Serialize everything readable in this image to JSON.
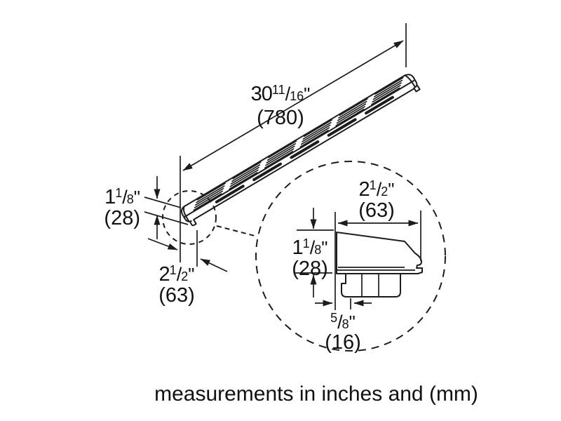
{
  "caption": "measurements in inches and (mm)",
  "colors": {
    "line": "#1c1c1c",
    "text": "#111111",
    "background": "#ffffff"
  },
  "dimensions": {
    "overall_length": {
      "whole": "30",
      "numerator": "11",
      "slash": "/",
      "denominator": "16",
      "unit": "\"",
      "mm": "(780)"
    },
    "end_height": {
      "whole": "1",
      "numerator": "1",
      "slash": "/",
      "denominator": "8",
      "unit": "\"",
      "mm": "(28)"
    },
    "end_depth": {
      "whole": "2",
      "numerator": "1",
      "slash": "/",
      "denominator": "2",
      "unit": "\"",
      "mm": "(63)"
    },
    "detail_depth": {
      "whole": "2",
      "numerator": "1",
      "slash": "/",
      "denominator": "2",
      "unit": "\"",
      "mm": "(63)"
    },
    "detail_height": {
      "whole": "1",
      "numerator": "1",
      "slash": "/",
      "denominator": "8",
      "unit": "\"",
      "mm": "(28)"
    },
    "detail_inset": {
      "whole": "",
      "numerator": "5",
      "slash": "/",
      "denominator": "8",
      "unit": "\"",
      "mm": "(16)"
    }
  }
}
